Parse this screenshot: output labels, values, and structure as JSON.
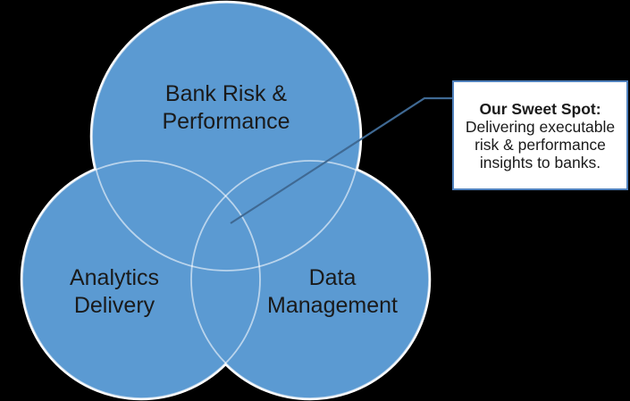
{
  "diagram": {
    "type": "venn-3-circle",
    "circles": [
      {
        "id": "bank-risk-performance",
        "label": "Bank Risk &\nPerformance"
      },
      {
        "id": "analytics-delivery",
        "label": "Analytics\nDelivery"
      },
      {
        "id": "data-management",
        "label": "Data\nManagement"
      }
    ],
    "callout": {
      "title": "Our Sweet Spot:",
      "body": "Delivering executable\nrisk & performance\ninsights to banks."
    },
    "colors": {
      "circle_fill": "#5b9ad2",
      "circle_outline": "#ffffff",
      "callout_border": "#4f81bd",
      "callout_bg": "#ffffff",
      "leader_line": "#3f6993",
      "background": "#000000",
      "label_text": "#1a1a1a",
      "callout_text": "#1a1a1a"
    }
  }
}
